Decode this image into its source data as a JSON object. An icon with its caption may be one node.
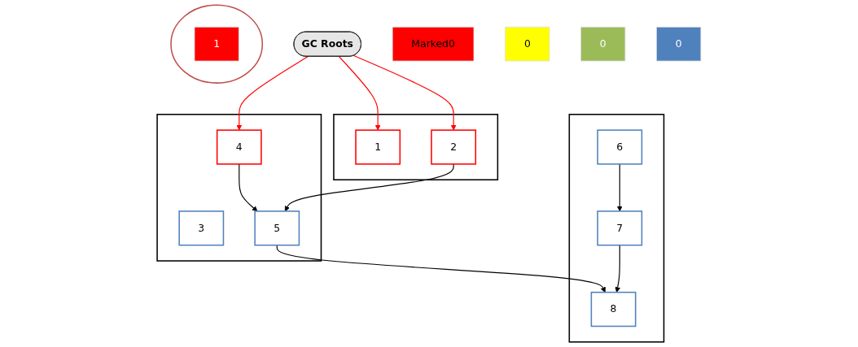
{
  "diagram": {
    "nodes": [
      {
        "text": [
          "GC Roots"
        ]
      },
      {
        "text": [
          "Marked0"
        ]
      },
      {
        "text": [
          "0"
        ]
      },
      {
        "text": [
          "0"
        ]
      },
      {
        "text": [],
        "shape": "circle"
      },
      {
        "text": [
          "1"
        ],
        "in": 4
      },
      {
        "text": [
          "0"
        ]
      },
      {
        "text": [],
        "shape": "box"
      },
      {
        "text": [
          "1"
        ],
        "in": 7
      },
      {
        "text": [
          "2"
        ],
        "in": 7
      },
      {
        "text": [],
        "shape": "box"
      },
      {
        "text": [
          "3"
        ],
        "in": 10
      },
      {
        "text": [
          "4"
        ],
        "in": 10
      },
      {
        "text": [
          "5"
        ],
        "in": 10
      },
      {
        "text": [],
        "shape": "box"
      },
      {
        "text": [
          "6"
        ],
        "in": 14
      },
      {
        "text": [
          "7"
        ],
        "in": 14
      },
      {
        "text": [
          "8"
        ],
        "in": 14
      }
    ],
    "edges": [
      {
        "from": 0,
        "to": 8,
        "arrow": "to",
        "color": "#ff0000"
      },
      {
        "from": 0,
        "to": 9,
        "arrow": "to",
        "color": "#ff0000"
      },
      {
        "from": 0,
        "to": 12,
        "arrow": "to",
        "color": "#ff0000"
      },
      {
        "from": 12,
        "to": 13,
        "arrow": "to"
      },
      {
        "from": 9,
        "to": 13,
        "arrow": "to"
      },
      {
        "from": 13,
        "to": 17,
        "arrow": "to"
      },
      {
        "from": 15,
        "to": 16,
        "arrow": "to"
      },
      {
        "from": 16,
        "to": 17,
        "arrow": "to"
      }
    ]
  }
}
